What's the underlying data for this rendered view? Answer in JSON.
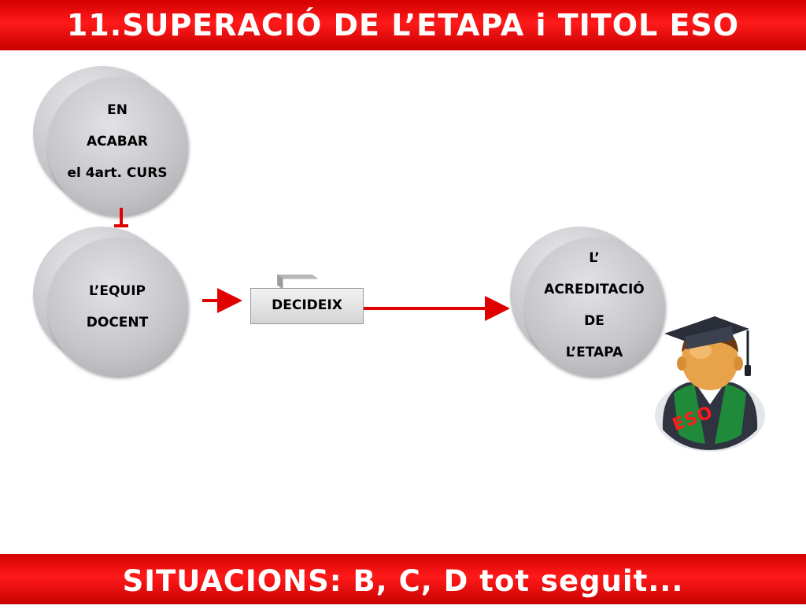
{
  "title": "11.SUPERACIÓ DE L’ETAPA i TITOL ESO",
  "footer": "SITUACIONS: B, C, D tot seguit...",
  "nodes": {
    "acabar": {
      "lines": [
        "EN",
        "ACABAR",
        "el 4art. CURS"
      ]
    },
    "equip": {
      "lines": [
        "L’EQUIP",
        "DOCENT"
      ]
    },
    "decideix": {
      "label": "DECIDEIX"
    },
    "acreditacio": {
      "lines": [
        "L’",
        "ACREDITACIÓ",
        "DE",
        "L’ETAPA"
      ]
    }
  },
  "graduate": {
    "icon": "graduate-icon",
    "badge": "ESO"
  },
  "colors": {
    "band": "#e00000",
    "arrow": "#e00000",
    "disc": "#c4c4c8"
  }
}
